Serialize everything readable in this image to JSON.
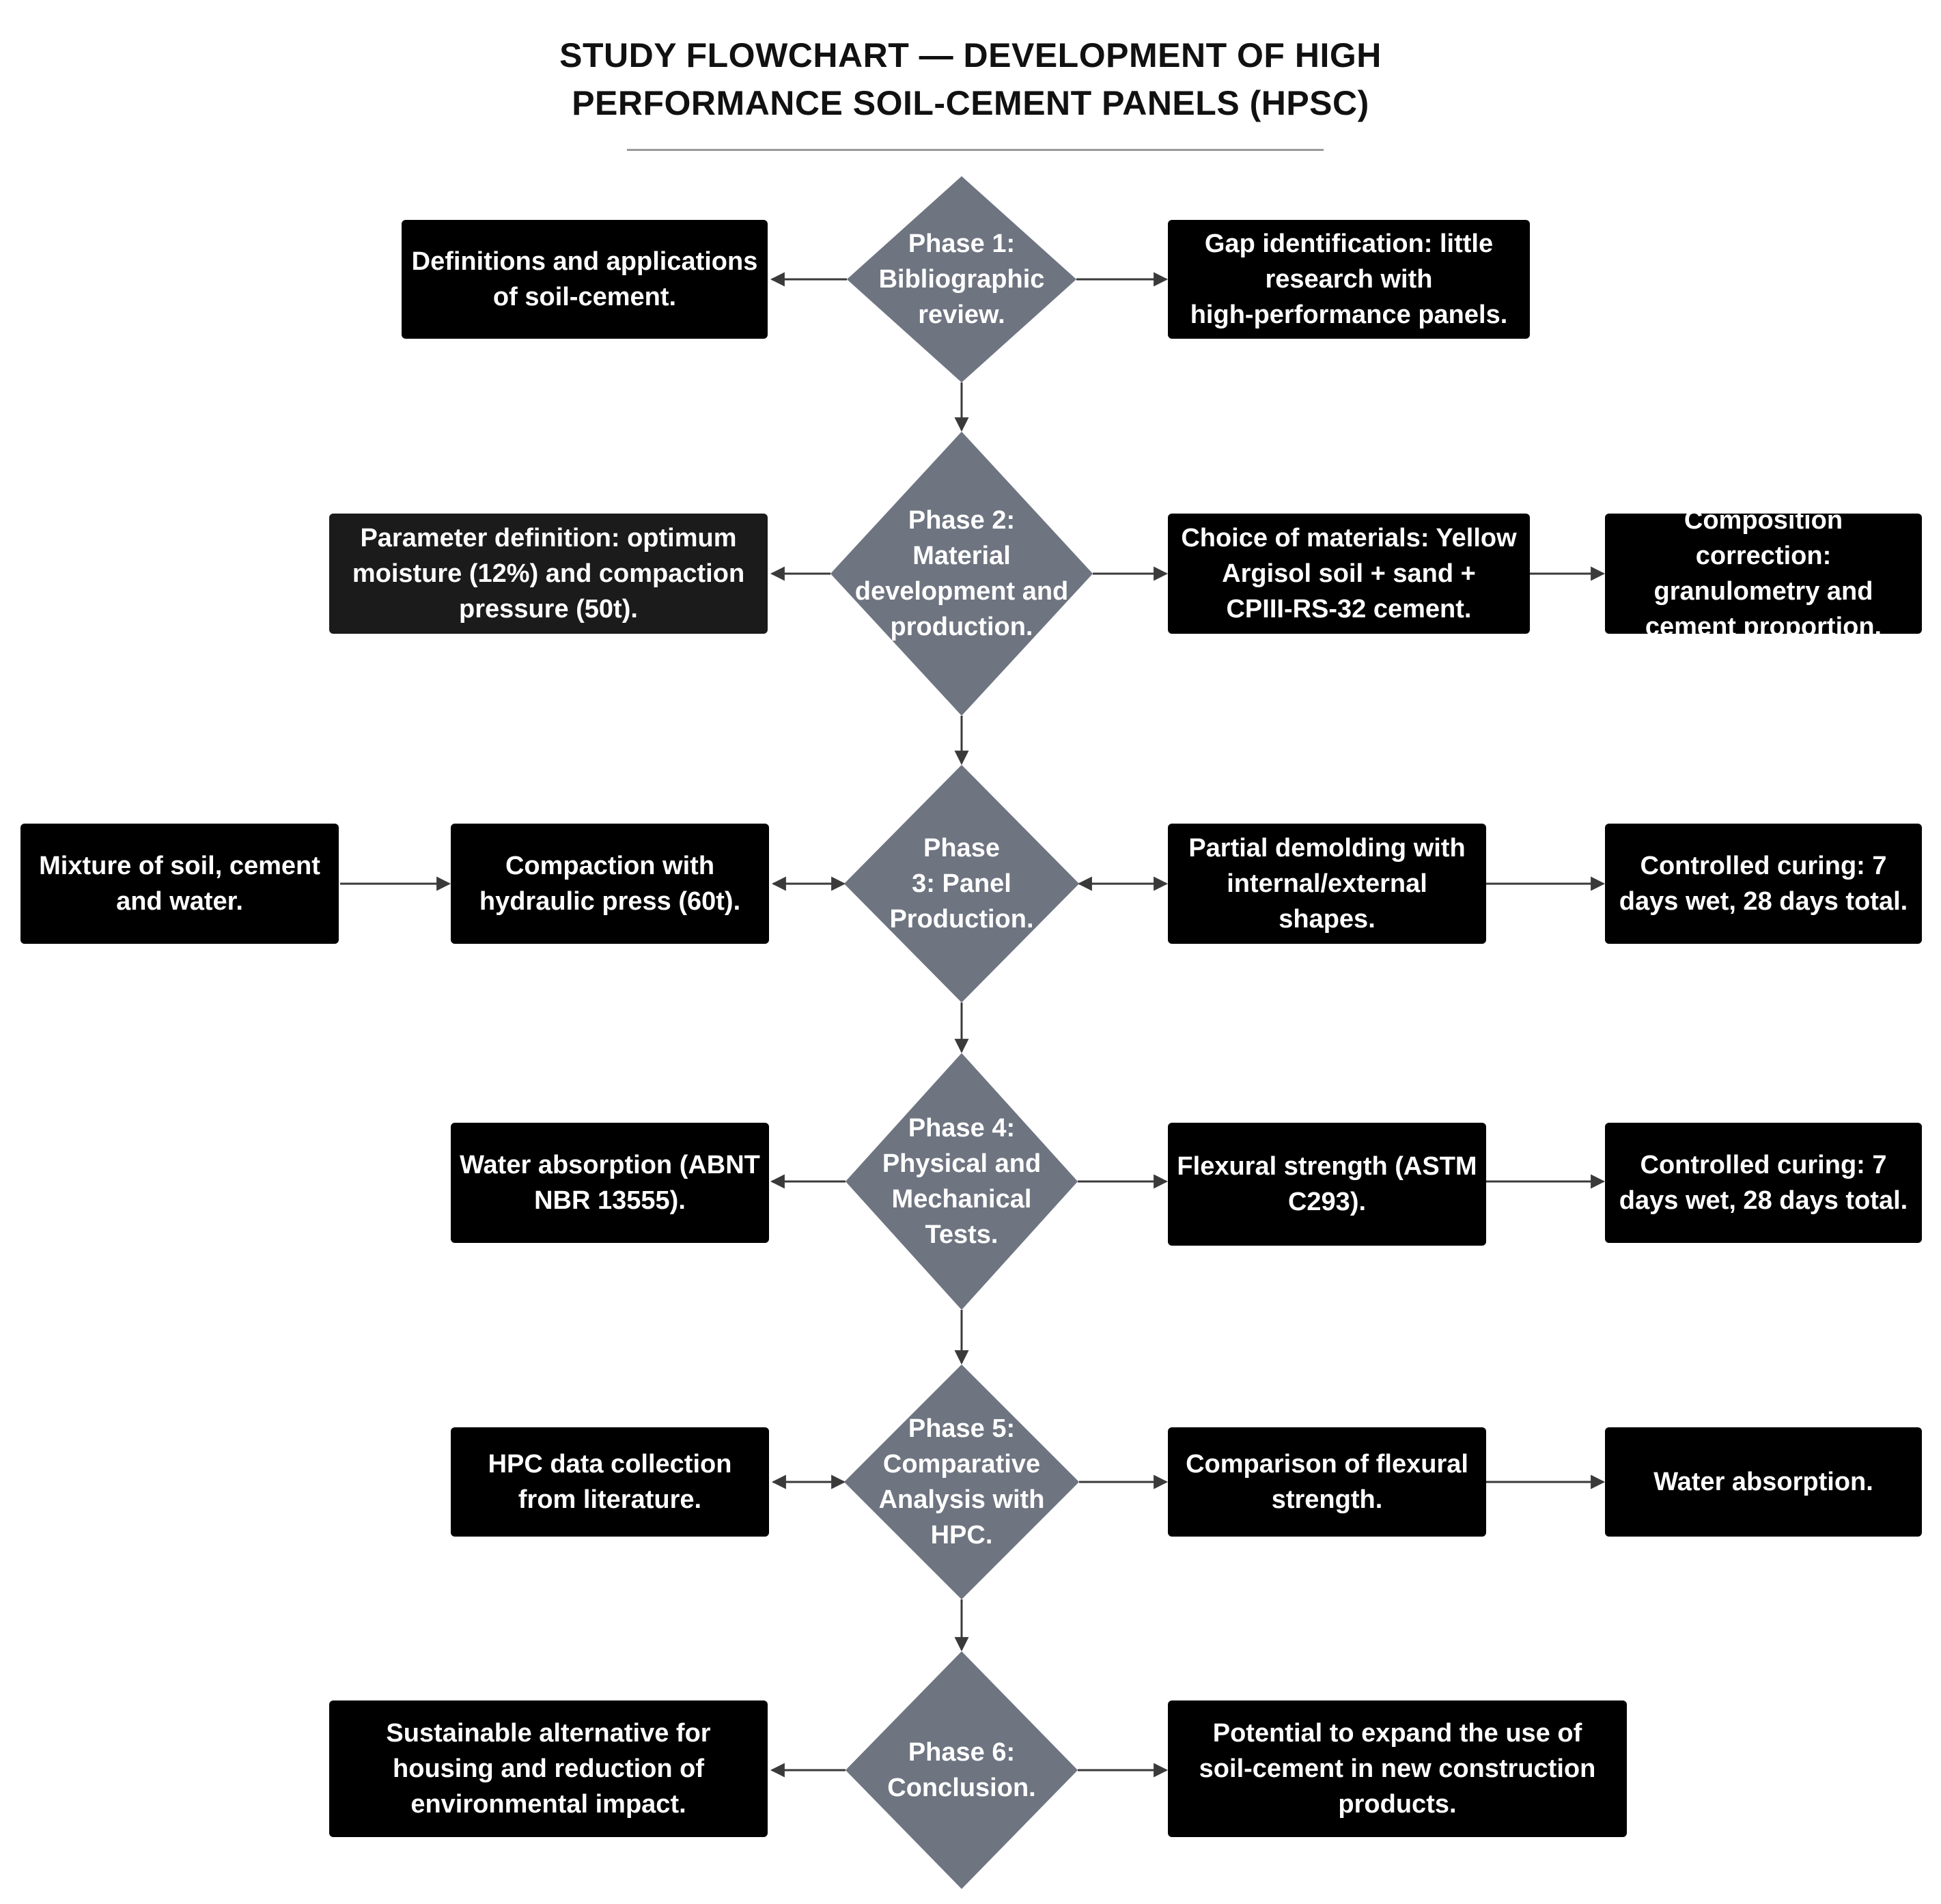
{
  "title": {
    "line1": "STUDY FLOWCHART — DEVELOPMENT OF HIGH",
    "line2": "PERFORMANCE SOIL-CEMENT PANELS (HPSC)"
  },
  "phases": {
    "p1": "Phase 1:\nBibliographic\nreview.",
    "p2": "Phase 2:\nMaterial\ndevelopment and\nproduction.",
    "p3": "Phase\n3: Panel\nProduction.",
    "p4": "Phase 4:\nPhysical and\nMechanical\nTests.",
    "p5": "Phase 5:\nComparative\nAnalysis with\nHPC.",
    "p6": "Phase 6:\nConclusion."
  },
  "boxes": {
    "b1_left": "Definitions and applications\nof soil-cement.",
    "b1_right": "Gap identification: little\nresearch with\nhigh-performance panels.",
    "b2_left": "Parameter definition: optimum\nmoisture (12%) and compaction\npressure (50t).",
    "b2_right": "Choice of materials: Yellow\nArgisol soil + sand +\nCPIII-RS-32 cement.",
    "b2_far_right": "Composition correction:\ngranulometry and\ncement proportion.",
    "b3_far_left": "Mixture of soil, cement\nand water.",
    "b3_left": "Compaction with\nhydraulic press (60t).",
    "b3_right": "Partial demolding with\ninternal/external\nshapes.",
    "b3_far_right": "Controlled curing: 7\ndays wet, 28 days total.",
    "b4_left": "Water absorption (ABNT\nNBR 13555).",
    "b4_right": "Flexural strength (ASTM\nC293).",
    "b4_far_right": "Controlled curing: 7\ndays wet, 28 days total.",
    "b5_left": "HPC data collection\nfrom literature.",
    "b5_right": "Comparison of flexural\nstrength.",
    "b5_far_right": "Water absorption.",
    "b6_left": "Sustainable alternative for\nhousing and reduction of\nenvironmental impact.",
    "b6_right": "Potential to expand the use of\nsoil-cement in new construction\nproducts."
  },
  "colors": {
    "diamond": "#6e7480",
    "box": "#000000",
    "arrow": "#3a3a3a"
  }
}
